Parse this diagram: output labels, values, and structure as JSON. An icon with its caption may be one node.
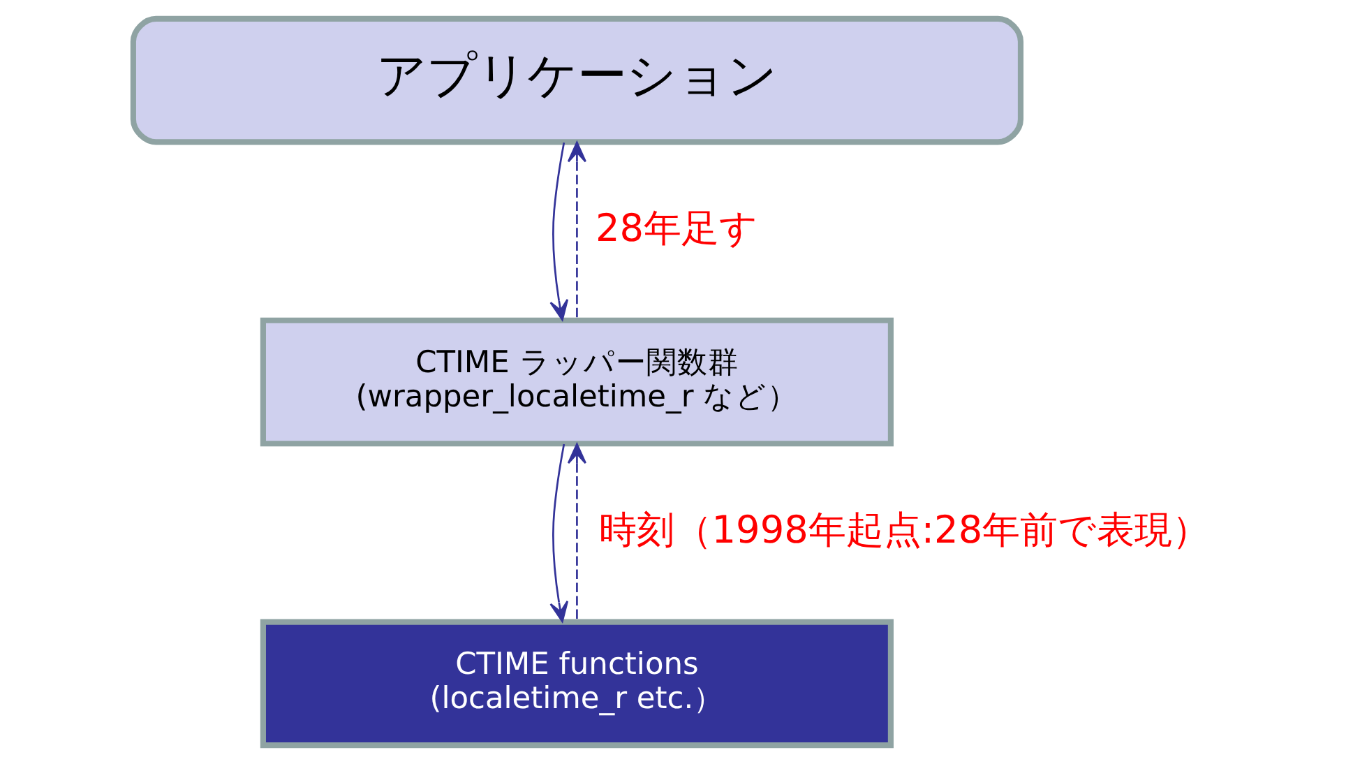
{
  "diagram": {
    "nodes": [
      {
        "text": [
          "アプリケーション"
        ]
      },
      {
        "text": [
          "CTIME ラッパー関数群 (wrapper_localetime_r など）"
        ]
      },
      {
        "text": [
          "CTIME functions (localetime_r etc.）"
        ]
      }
    ],
    "edges": [
      {
        "from": 0,
        "to": 1,
        "arrow": "to"
      },
      {
        "from": 1,
        "to": 0,
        "arrow": "to",
        "style": "dashed",
        "label": "28年足す"
      },
      {
        "from": 1,
        "to": 2,
        "arrow": "to"
      },
      {
        "from": 2,
        "to": 1,
        "arrow": "to",
        "style": "dashed",
        "label": "時刻（1998年起点:28年前で表現）"
      }
    ]
  }
}
